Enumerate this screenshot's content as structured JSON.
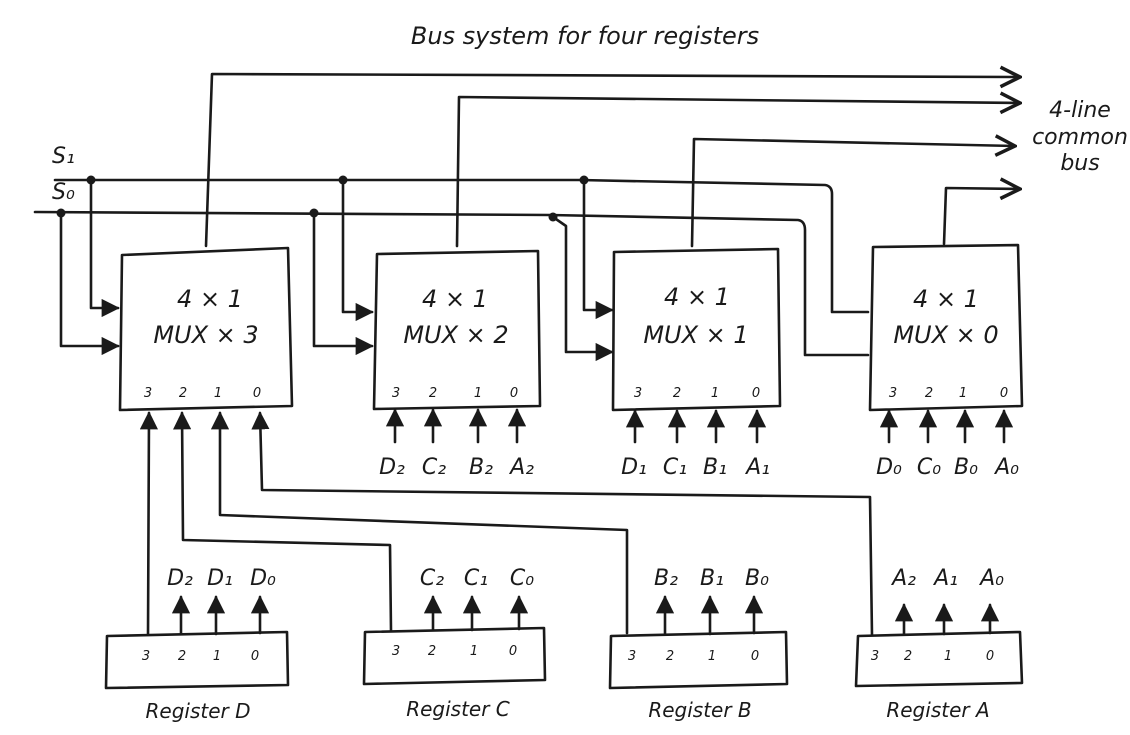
{
  "title": "Bus system for four registers",
  "selects": {
    "s1": "S₁",
    "s0": "S₀"
  },
  "bus_label": [
    "4-line",
    "common",
    "bus"
  ],
  "muxes": [
    {
      "line1": "4 × 1",
      "line2": "MUX × 3",
      "pins": [
        "3",
        "2",
        "1",
        "0"
      ],
      "inputs": []
    },
    {
      "line1": "4 × 1",
      "line2": "MUX × 2",
      "pins": [
        "3",
        "2",
        "1",
        "0"
      ],
      "inputs": [
        "D₂",
        "C₂",
        "B₂",
        "A₂"
      ]
    },
    {
      "line1": "4 × 1",
      "line2": "MUX × 1",
      "pins": [
        "3",
        "2",
        "1",
        "0"
      ],
      "inputs": [
        "D₁",
        "C₁",
        "B₁",
        "A₁"
      ]
    },
    {
      "line1": "4 × 1",
      "line2": "MUX × 0",
      "pins": [
        "3",
        "2",
        "1",
        "0"
      ],
      "inputs": [
        "D₀",
        "C₀",
        "B₀",
        "A₀"
      ]
    }
  ],
  "registers": [
    {
      "name": "Register D",
      "pins": [
        "3",
        "2",
        "1",
        "0"
      ],
      "outputs": [
        "D₂",
        "D₁",
        "D₀"
      ]
    },
    {
      "name": "Register C",
      "pins": [
        "3",
        "2",
        "1",
        "0"
      ],
      "outputs": [
        "C₂",
        "C₁",
        "C₀"
      ]
    },
    {
      "name": "Register B",
      "pins": [
        "3",
        "2",
        "1",
        "0"
      ],
      "outputs": [
        "B₂",
        "B₁",
        "B₀"
      ]
    },
    {
      "name": "Register A",
      "pins": [
        "3",
        "2",
        "1",
        "0"
      ],
      "outputs": [
        "A₂",
        "A₁",
        "A₀"
      ]
    }
  ]
}
